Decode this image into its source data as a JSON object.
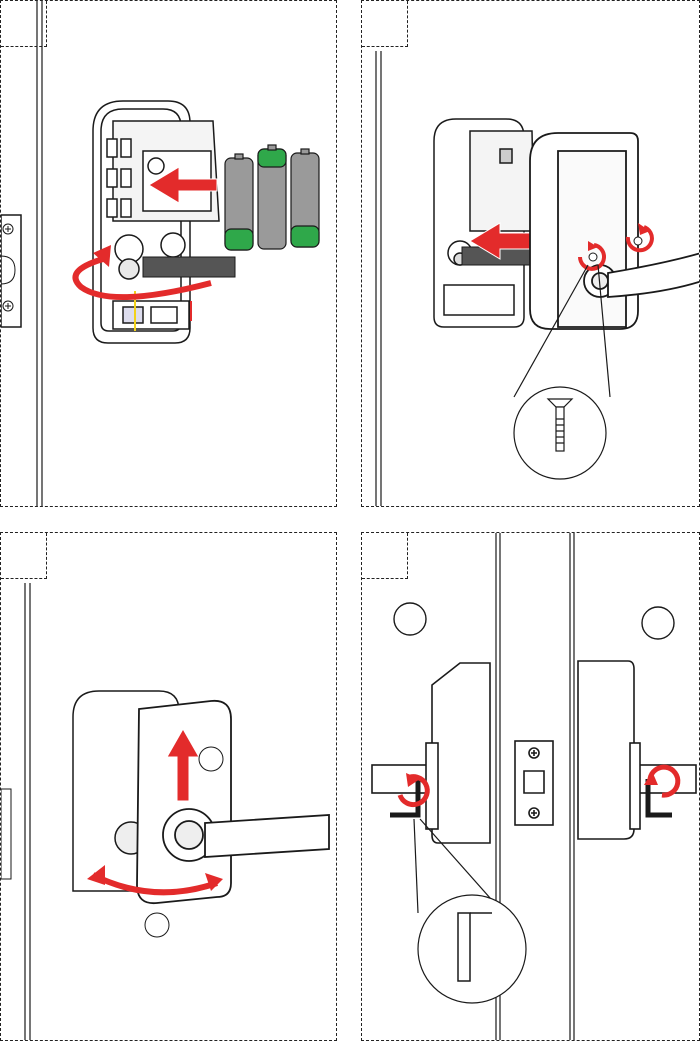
{
  "steps": [
    {
      "label": ""
    },
    {
      "label": ""
    },
    {
      "label": ""
    },
    {
      "label": ""
    }
  ],
  "colors": {
    "line": "#1a1a1a",
    "arrow": "#e32b2b",
    "battery_gray": "#9a9a9a",
    "battery_green": "#2fa84a",
    "wire_yellow": "#f2d21b"
  },
  "icons": [
    "screw-callout",
    "hex-key-callout",
    "rotation-arrow",
    "push-arrow"
  ]
}
